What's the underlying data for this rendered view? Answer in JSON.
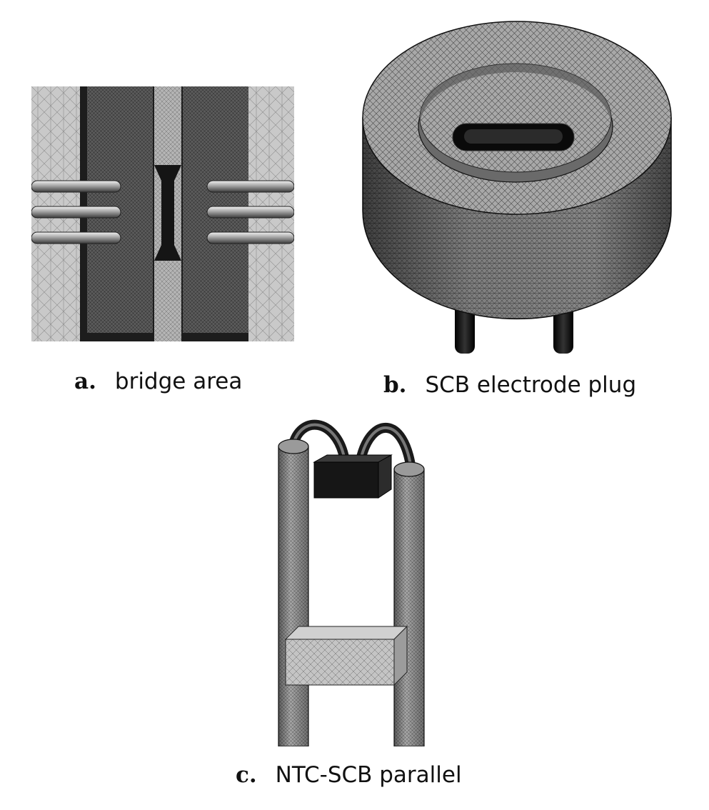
{
  "figure": {
    "panels": [
      {
        "letter": "a.",
        "label": "bridge area"
      },
      {
        "letter": "b.",
        "label": "SCB electrode plug"
      },
      {
        "letter": "c.",
        "label": "NTC-SCB parallel"
      }
    ]
  },
  "colors": {
    "background": "#ffffff",
    "mesh_light": "#c8c8c8",
    "mesh_mid": "#8a8a8a",
    "mesh_dark": "#1a1a1a"
  }
}
